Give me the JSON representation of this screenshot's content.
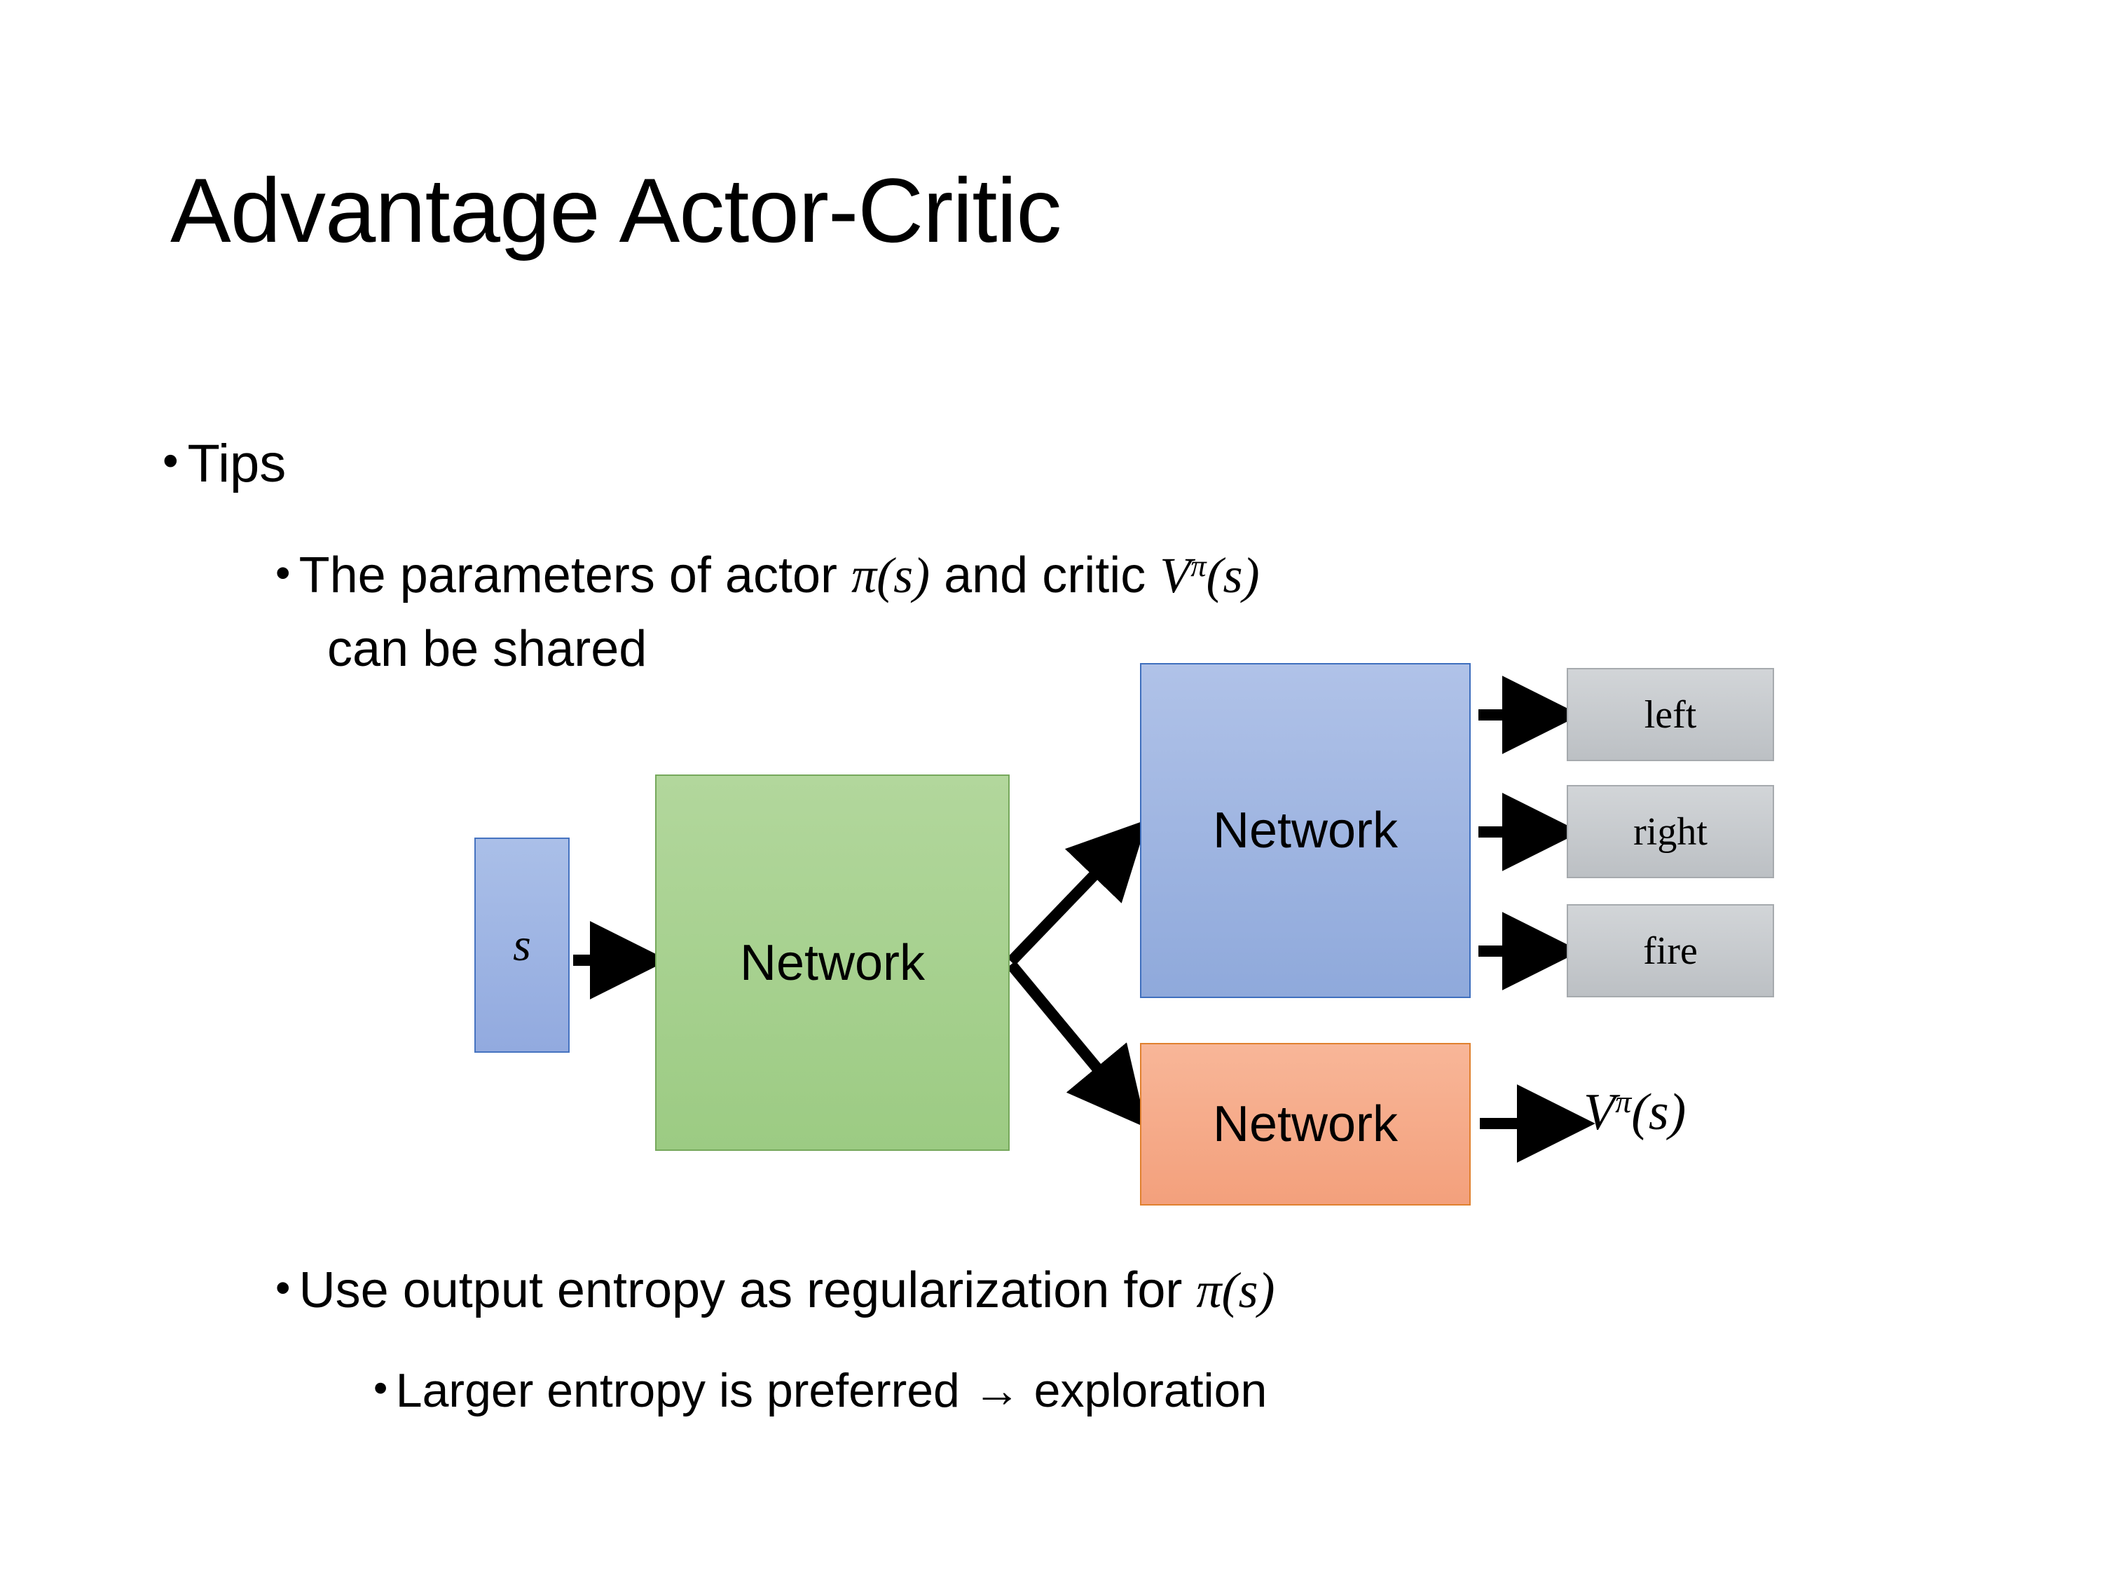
{
  "slide": {
    "title": "Advantage Actor-Critic",
    "bullets": {
      "tips": "Tips",
      "params_line1_pre": "The parameters of actor ",
      "params_math_actor": "π(s)",
      "params_line1_mid": "  and critic ",
      "params_math_critic": "Vπ(s)",
      "params_line2": "can be shared",
      "entropy_pre": "Use output entropy as regularization for ",
      "entropy_math": "π(s)",
      "larger": "Larger entropy is preferred → exploration",
      "bullet_glyph": "•"
    }
  },
  "diagram": {
    "input_box": {
      "label": "s"
    },
    "shared_network": {
      "label": "Network"
    },
    "actor_network": {
      "label": "Network"
    },
    "critic_network": {
      "label": "Network"
    },
    "outputs": [
      {
        "label": "left"
      },
      {
        "label": "right"
      },
      {
        "label": "fire"
      }
    ],
    "critic_output": {
      "base": "V",
      "superscript": "π",
      "arg": "(s)"
    }
  },
  "colors": {
    "input_fill": "#9ab0e0",
    "input_stroke": "#4673c0",
    "shared_fill": "#a6d28e",
    "shared_stroke": "#76a85c",
    "actor_fill": "#9cb3e2",
    "actor_stroke": "#3f6fbe",
    "critic_fill": "#f5a989",
    "critic_stroke": "#e0812f",
    "output_fill": "#c6cacd",
    "output_stroke": "#a6aaae",
    "arrow": "#000000",
    "text": "#000000",
    "background": "#ffffff"
  }
}
